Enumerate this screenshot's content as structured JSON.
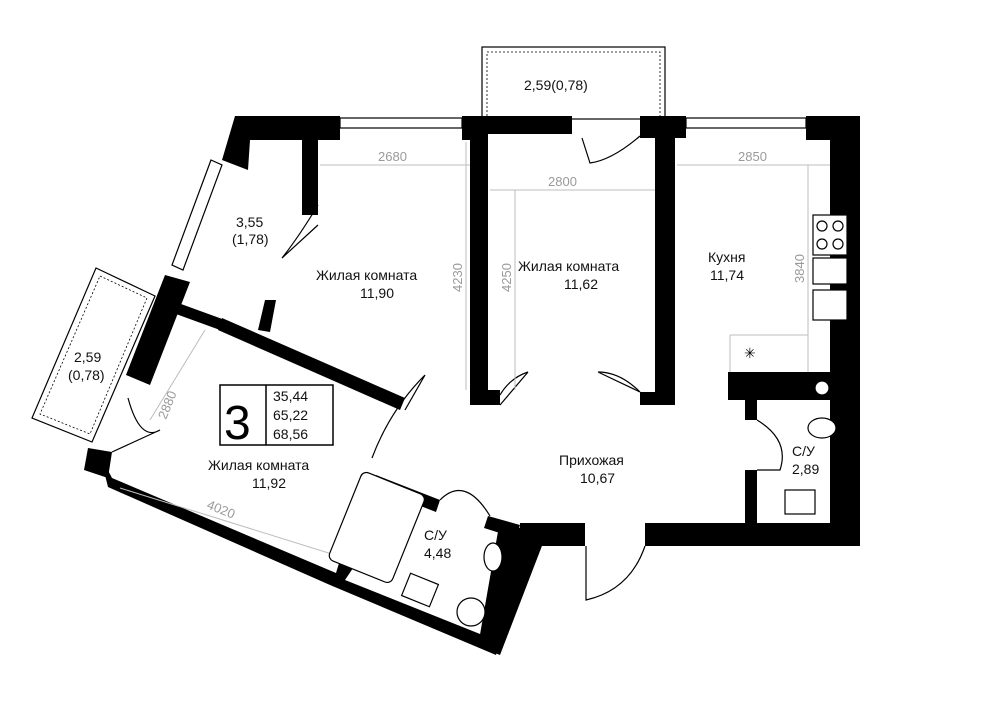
{
  "summary": {
    "rooms": "3",
    "living_area": "35,44",
    "total_area": "65,22",
    "total_with_balconies": "68,56"
  },
  "rooms": {
    "living1": {
      "name": "Жилая комната",
      "area": "11,90"
    },
    "living2": {
      "name": "Жилая комната",
      "area": "11,62"
    },
    "living3": {
      "name": "Жилая комната",
      "area": "11,92"
    },
    "kitchen": {
      "name": "Кухня",
      "area": "11,74"
    },
    "hall": {
      "name": "Прихожая",
      "area": "10,67"
    },
    "bath1": {
      "name": "С/У",
      "area": "4,48"
    },
    "bath2": {
      "name": "С/У",
      "area": "2,89"
    },
    "balcony_top": {
      "area": "2,59(0,78)"
    },
    "balcony_left": {
      "area": "2,59",
      "reduced": "(0,78)"
    },
    "loggia": {
      "area": "3,55",
      "reduced": "(1,78)"
    }
  },
  "dimensions": {
    "living1_width": "2680",
    "living1_depth": "4230",
    "living2_width": "2800",
    "living2_depth": "4250",
    "kitchen_width": "2850",
    "kitchen_depth": "3840",
    "living3_width": "4020",
    "living3_depth": "2880"
  }
}
